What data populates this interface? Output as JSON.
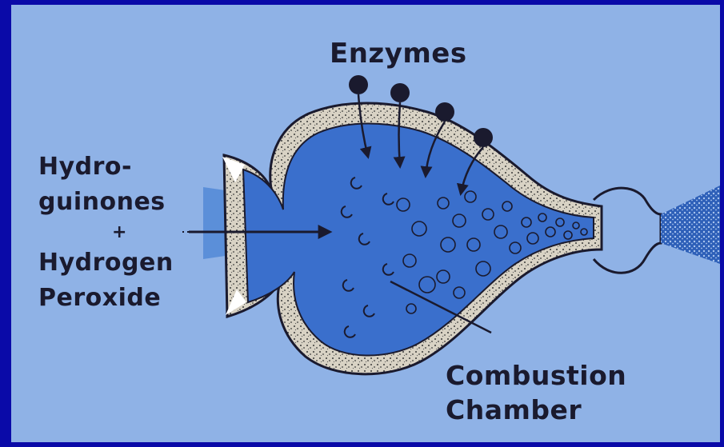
{
  "labels": {
    "enzymes": "Enzymes",
    "reactants": [
      "Hydro-",
      "guinones",
      "+",
      "Hydrogen",
      "Peroxide"
    ],
    "chamber": [
      "Combustion",
      "Chamber"
    ]
  },
  "colors": {
    "background_border": "#0a0aa8",
    "panel": "#8fb2e6",
    "chamber_fill": "#3a6fcc",
    "wall": "#d8d2c4",
    "ink": "#1a1a2e"
  }
}
